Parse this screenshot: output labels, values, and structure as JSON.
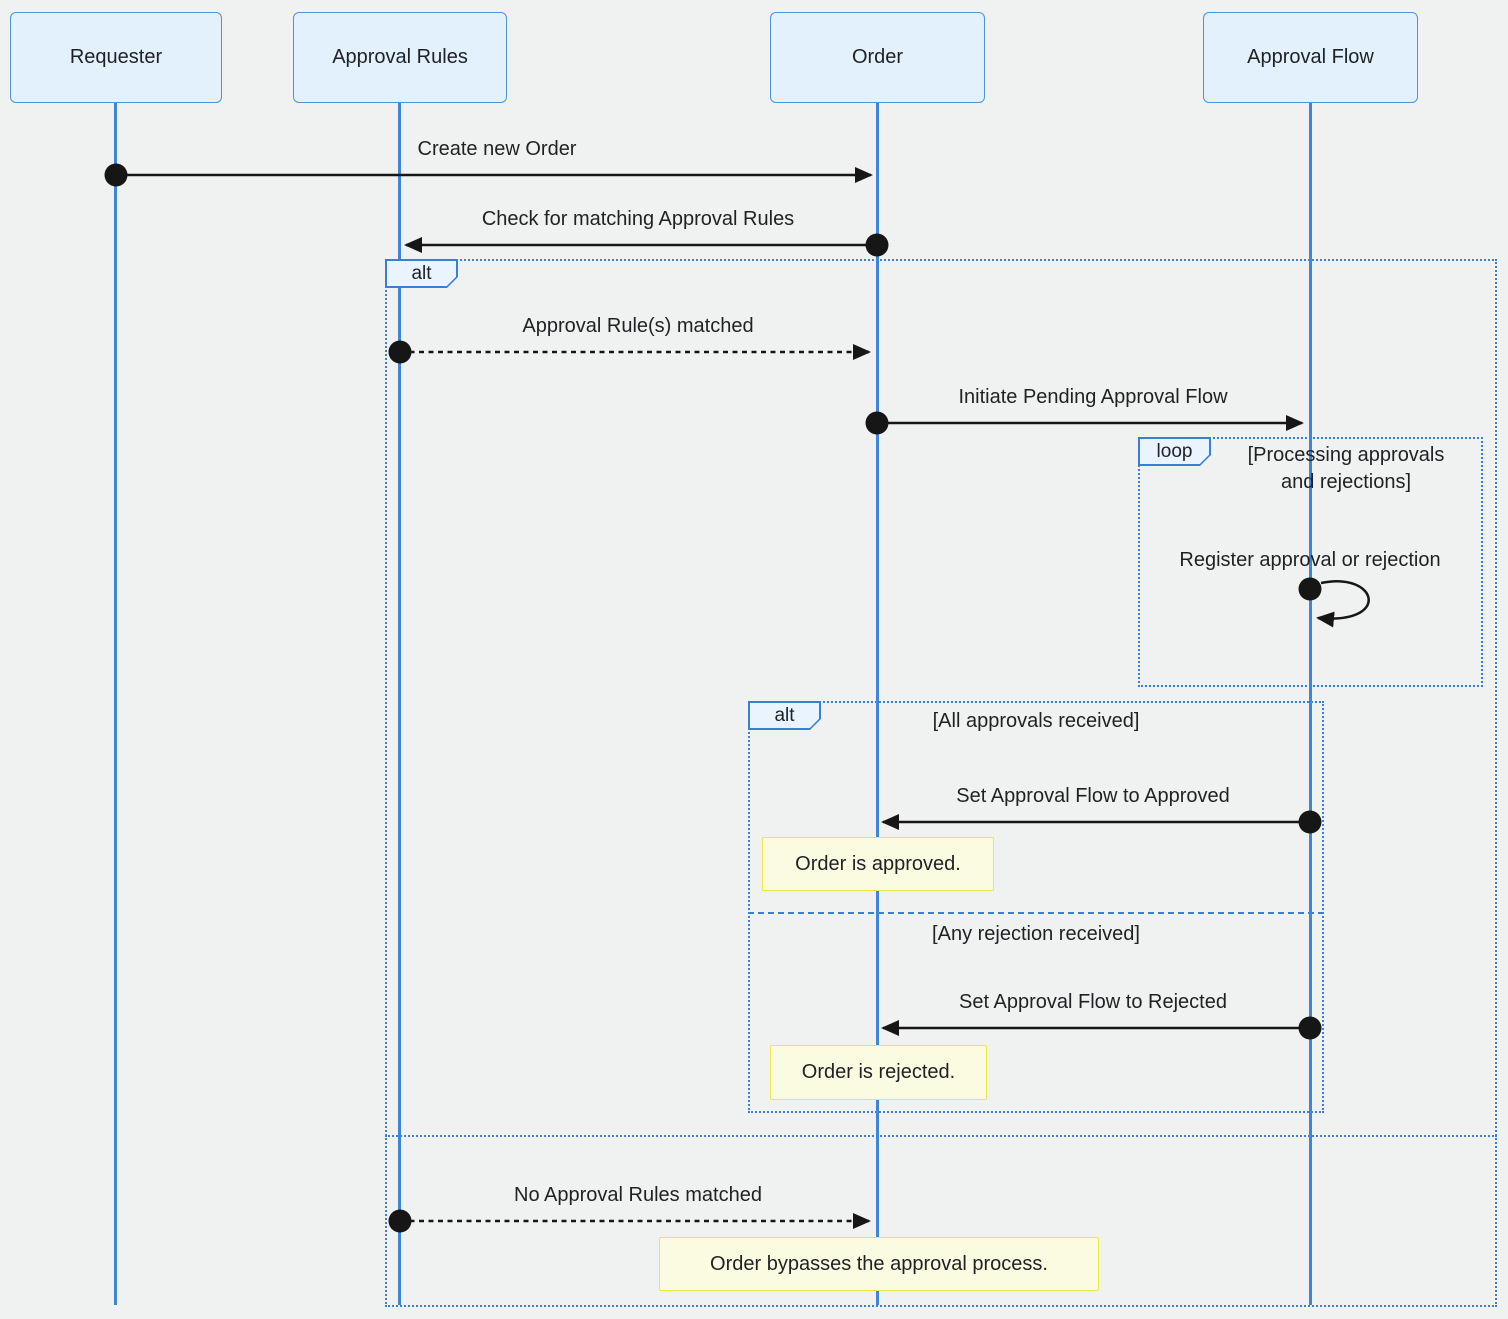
{
  "colors": {
    "background": "#F0F1F1",
    "participant_fill": "#E3F1FC",
    "participant_border": "#4C96D8",
    "lifeline": "#3E86D8",
    "frame_border": "#3B7FD4",
    "label_fill": "#E9F4FE",
    "note_fill": "#FBFBE2",
    "note_border": "#EDE93E",
    "arrow": "#161616",
    "text": "#1F2124"
  },
  "participants": [
    {
      "label": "Requester"
    },
    {
      "label": "Approval Rules"
    },
    {
      "label": "Order"
    },
    {
      "label": "Approval Flow"
    }
  ],
  "messages": {
    "create_order": "Create new Order",
    "check_rules": "Check for matching Approval Rules",
    "rules_matched": "Approval Rule(s) matched",
    "initiate_flow": "Initiate Pending Approval Flow",
    "register": "Register approval or rejection",
    "set_approved": "Set Approval Flow to Approved",
    "set_rejected": "Set Approval Flow to Rejected",
    "no_rules": "No Approval Rules matched"
  },
  "frames": {
    "outer_alt": {
      "label": "alt"
    },
    "loop": {
      "label": "loop",
      "condition": "[Processing approvals and rejections]"
    },
    "inner_alt": {
      "label": "alt",
      "condition_approved": "[All approvals received]",
      "condition_rejected": "[Any rejection received]"
    }
  },
  "notes": {
    "approved": "Order is approved.",
    "rejected": "Order is rejected.",
    "bypass": "Order bypasses the approval process."
  }
}
